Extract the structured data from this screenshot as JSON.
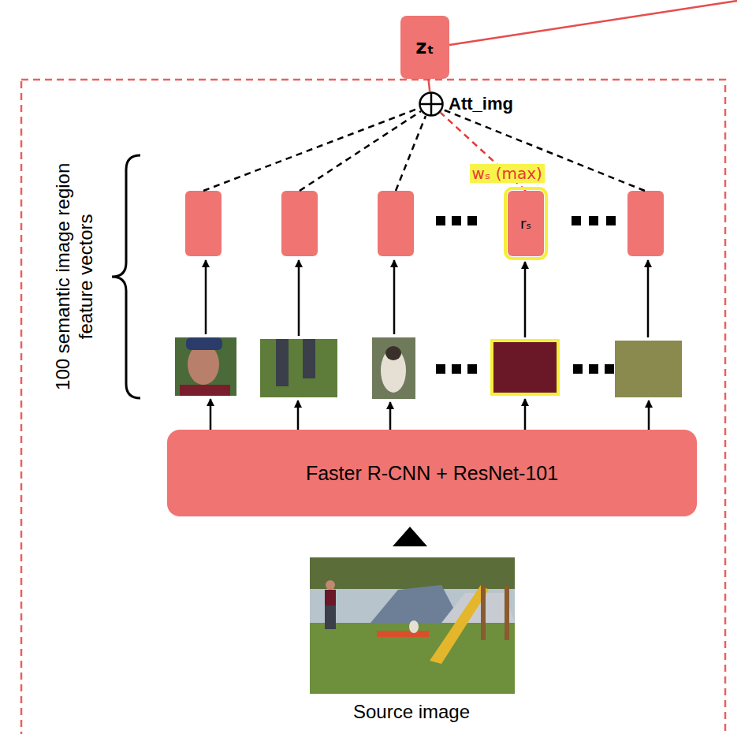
{
  "diagram": {
    "nodes": [
      {
        "text": [
          "zₜ"
        ]
      },
      {
        "text": [
          "Att_img"
        ]
      },
      {
        "text": [
          "rₛ"
        ]
      },
      {
        "text": [
          "Faster R-CNN + ResNet-101"
        ]
      }
    ],
    "edges": [
      {
        "from": 2,
        "to": 1,
        "label": "wₛ (max)",
        "arrow": "none"
      },
      {
        "from": 1,
        "to": 0,
        "arrow": "none"
      }
    ],
    "labels": [
      "100 semantic image region feature vectors",
      "Source image"
    ]
  }
}
